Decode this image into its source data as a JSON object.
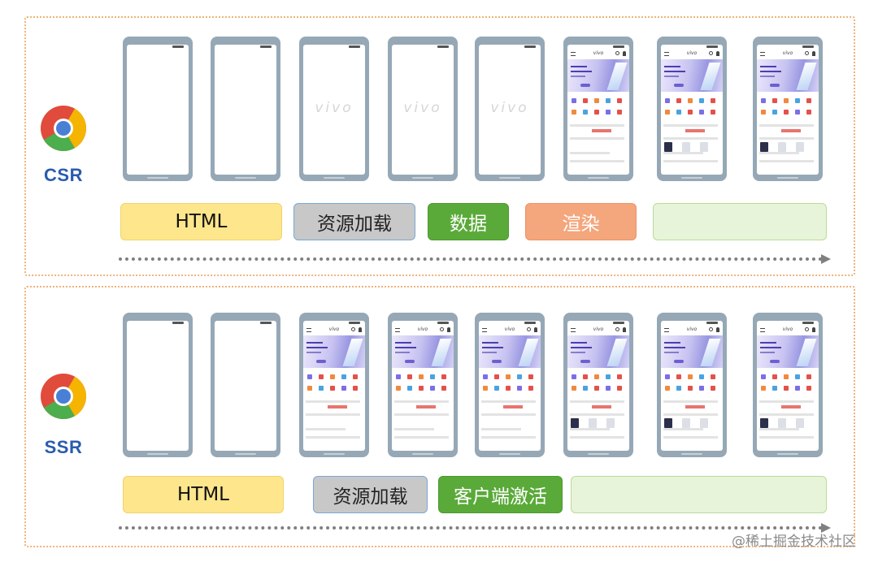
{
  "brand_text": "vivo",
  "csr": {
    "label": "CSR",
    "phones": [
      "blank",
      "blank",
      "brand",
      "brand",
      "brand",
      "partial",
      "full",
      "full"
    ],
    "stages": [
      {
        "text": "HTML",
        "bg": "#fde68c",
        "border": "#f3d36a",
        "color": "#111111"
      },
      {
        "text": "资源加载",
        "bg": "#c8c8c8",
        "border": "#7aa7d4",
        "color": "#222222"
      },
      {
        "text": "数据",
        "bg": "#5aaa3a",
        "border": "#4a9a2e",
        "color": "#ffffff"
      },
      {
        "text": "渲染",
        "bg": "#f4a67c",
        "border": "#ec9466",
        "color": "#ffffff"
      },
      {
        "text": "",
        "bg": "#e7f4d9",
        "border": "#b9dc99",
        "color": "#222222"
      }
    ]
  },
  "ssr": {
    "label": "SSR",
    "phones": [
      "blank",
      "blank",
      "app",
      "app",
      "app",
      "full",
      "full",
      "full"
    ],
    "stages": [
      {
        "text": "HTML",
        "bg": "#fde68c",
        "border": "#f3d36a",
        "color": "#111111"
      },
      {
        "text": "资源加载",
        "bg": "#c8c8c8",
        "border": "#7aa7d4",
        "color": "#222222"
      },
      {
        "text": "客户端激活",
        "bg": "#5aaa3a",
        "border": "#4a9a2e",
        "color": "#ffffff"
      },
      {
        "text": "",
        "bg": "#e7f4d9",
        "border": "#b9dc99",
        "color": "#222222"
      }
    ]
  },
  "watermark": "@稀土掘金技术社区"
}
